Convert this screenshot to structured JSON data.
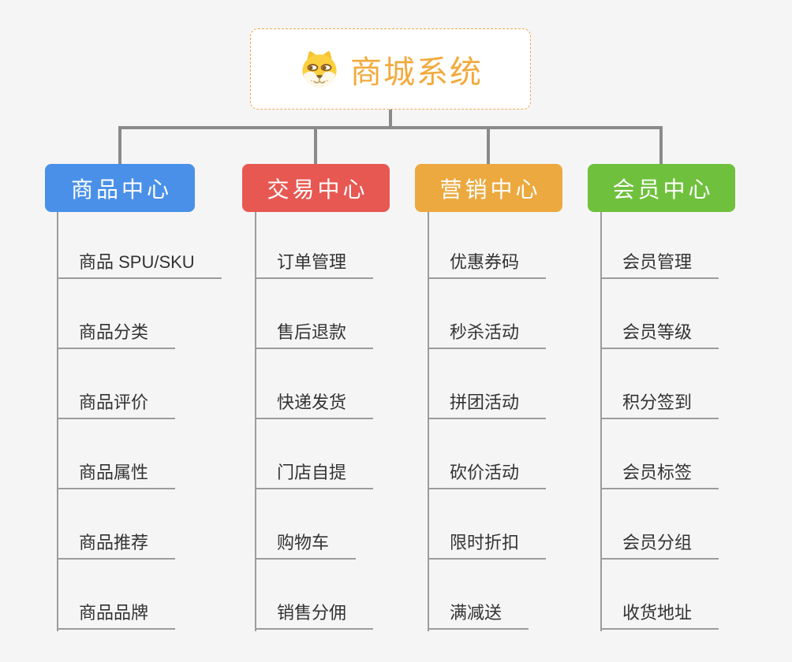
{
  "root": {
    "label": "商城系统",
    "icon": "dog-face-icon"
  },
  "colors": {
    "page-bg": "#f5f5f5",
    "line-thick": "#8a8a8a",
    "line-thin": "#9c9c9c",
    "leaf-text": "#333333",
    "root-border": "#f0a850",
    "root-text": "#f2aa3c",
    "branch-blue": "#4a90e8",
    "branch-red": "#e75852",
    "branch-orange": "#eca93f",
    "branch-green": "#6fc13d"
  },
  "branches": [
    {
      "label": "商品中心",
      "color": "#4a90e8",
      "items": [
        "商品 SPU/SKU",
        "商品分类",
        "商品评价",
        "商品属性",
        "商品推荐",
        "商品品牌"
      ]
    },
    {
      "label": "交易中心",
      "color": "#e75852",
      "items": [
        "订单管理",
        "售后退款",
        "快递发货",
        "门店自提",
        "购物车",
        "销售分佣"
      ]
    },
    {
      "label": "营销中心",
      "color": "#eca93f",
      "items": [
        "优惠券码",
        "秒杀活动",
        "拼团活动",
        "砍价活动",
        "限时折扣",
        "满减送"
      ]
    },
    {
      "label": "会员中心",
      "color": "#6fc13d",
      "items": [
        "会员管理",
        "会员等级",
        "积分签到",
        "会员标签",
        "会员分组",
        "收货地址"
      ]
    }
  ]
}
